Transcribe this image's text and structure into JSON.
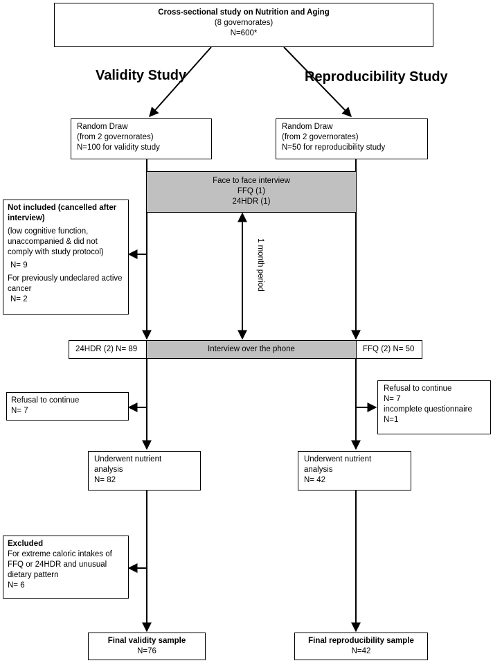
{
  "top": {
    "title": "Cross-sectional study on Nutrition and Aging",
    "subtitle": "(8 governorates)",
    "n": "N=600*"
  },
  "headings": {
    "validity": "Validity Study",
    "reproducibility": "Reproducibility Study"
  },
  "validity": {
    "draw": [
      "Random Draw",
      " (from 2 governorates)",
      "N=100 for validity study"
    ],
    "not_included": {
      "title": "Not included (cancelled after interview)",
      "reason1": "(low cognitive function, unaccompanied & did not comply with study protocol)",
      "n1": "N= 9",
      "reason2": "For previously undeclared active cancer",
      "n2": "N= 2"
    },
    "phone_label": "24HDR (2) N= 89",
    "refusal": [
      "Refusal to continue",
      "N= 7"
    ],
    "nutrient": [
      "Underwent nutrient",
      "analysis",
      "N= 82"
    ],
    "excluded": {
      "title": "Excluded",
      "text": "For  extreme caloric intakes of FFQ or 24HDR and unusual dietary pattern",
      "n": "N= 6"
    },
    "final": [
      "Final validity sample",
      "N=76"
    ]
  },
  "reproducibility": {
    "draw": [
      "Random Draw",
      " (from 2 governorates)",
      "N=50 for reproducibility study"
    ],
    "phone_label": "FFQ (2) N= 50",
    "refusal": [
      "Refusal to continue",
      "N= 7",
      "incomplete questionnaire",
      "N=1"
    ],
    "nutrient": [
      "Underwent nutrient",
      "analysis",
      "N= 42"
    ],
    "final": [
      "Final reproducibility sample",
      "N=42"
    ]
  },
  "shared": {
    "face_to_face": [
      "Face to face interview",
      "FFQ (1)",
      "24HDR (1)"
    ],
    "period": "1 month period",
    "phone": "Interview over the phone"
  }
}
